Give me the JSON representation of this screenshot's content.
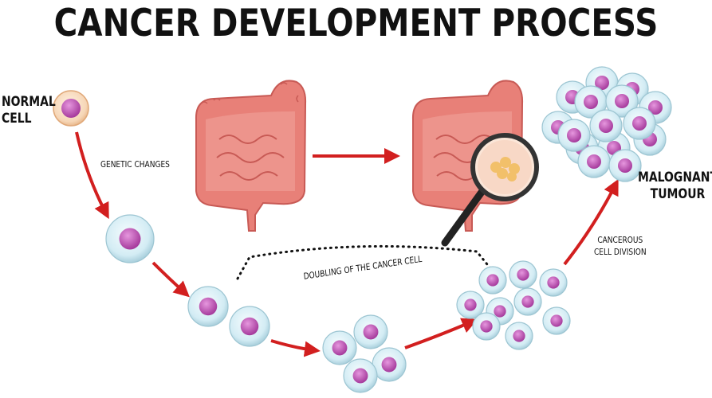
{
  "title": "CANCER DEVELOPMENT PROCESS",
  "labels": {
    "normal_cell": "NORMAL\nCELL",
    "genetic_changes": "GENETIC CHANGES",
    "doubling": "DOUBLING OF THE CANCER CELL",
    "cancerous_division": "CANCEROUS\nCELL DIVISION",
    "malignant_tumour": "MALOGNANT\nTUMOUR"
  },
  "colors": {
    "arrow": "#d21f1f",
    "intestine": "#e88078",
    "nucleus": "#c256b8",
    "cell_body": "#d6eef5",
    "normal_cell_body": "#f8dcc0"
  }
}
